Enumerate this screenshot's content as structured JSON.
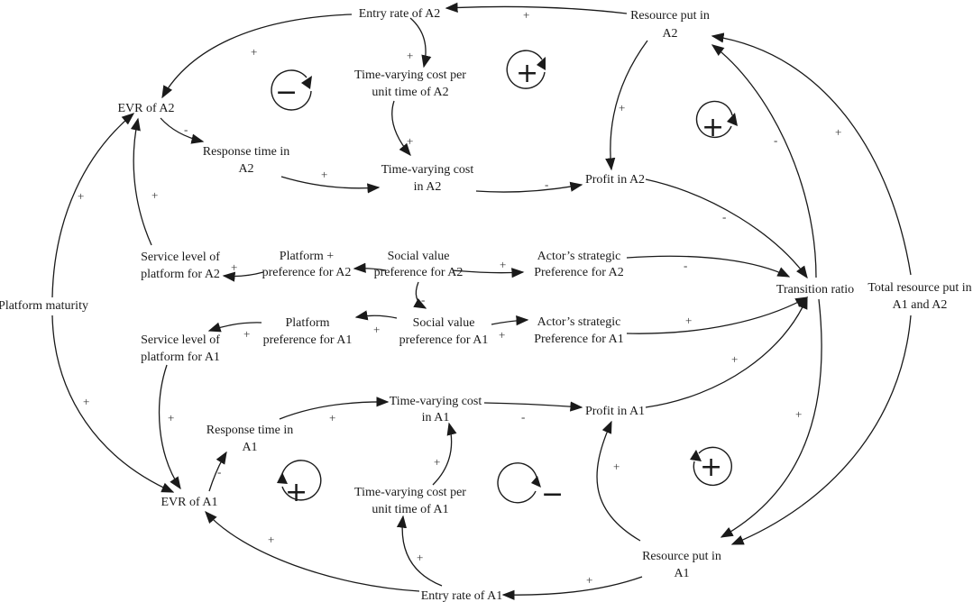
{
  "diagram": {
    "nodes": {
      "entry_a2": "Entry rate of A2",
      "resource_a2_l1": "Resource put in",
      "resource_a2_l2": "A2",
      "tvcpu_a2_l1": "Time-varying cost per",
      "tvcpu_a2_l2": "unit time of A2",
      "evr_a2": "EVR of A2",
      "resp_a2_l1": "Response time in",
      "resp_a2_l2": "A2",
      "tvc_a2_l1": "Time-varying cost",
      "tvc_a2_l2": "in A2",
      "profit_a2": "Profit in A2",
      "svc_a2_l1": "Service level of",
      "svc_a2_l2": "platform for A2",
      "pp_a2_l1": "Platform +",
      "pp_a2_l2": "preference for A2",
      "svp_a2_l1": "Social value",
      "svp_a2_l2": "preference for A2",
      "asp_a2_l1": "Actor’s strategic",
      "asp_a2_l2": "Preference for A2",
      "transition": "Transition ratio",
      "total_l1": "Total resource put in",
      "total_l2": "A1 and A2",
      "maturity": "Platform maturity",
      "svc_a1_l1": "Service level of",
      "svc_a1_l2": "platform for A1",
      "pp_a1_l1": "Platform",
      "pp_a1_l2": "preference for A1",
      "svp_a1_l1": "Social value",
      "svp_a1_l2": "preference for A1",
      "asp_a1_l1": "Actor’s strategic",
      "asp_a1_l2": "Preference for A1",
      "tvc_a1_l1": "Time-varying cost",
      "tvc_a1_l2": "in A1",
      "profit_a1": "Profit in A1",
      "resp_a1_l1": "Response time in",
      "resp_a1_l2": "A1",
      "evr_a1": "EVR of A1",
      "tvcpu_a1_l1": "Time-varying cost per",
      "tvcpu_a1_l2": "unit time of A1",
      "resource_a1_l1": "Resource put in",
      "resource_a1_l2": "A1",
      "entry_a1": "Entry rate of A1"
    },
    "signs": {
      "s01": "+",
      "s02": "+",
      "s03": "+",
      "s04": "-",
      "s05": "+",
      "s06": "+",
      "s07": "+",
      "s08": "-",
      "s09": "-",
      "s10": "+",
      "s11": "-",
      "s12": "+",
      "s13": "+",
      "s14": "+",
      "s15": "-",
      "s16": "-",
      "s17": "+",
      "s18": "+",
      "s19": "+",
      "s20": "+",
      "s21": "+",
      "s22": "+",
      "s23": "+",
      "s24": "+",
      "s25": "-",
      "s26": "-",
      "s27": "+",
      "s28": "+",
      "s29": "+",
      "s30": "+",
      "s31": "+"
    },
    "loops": {
      "l1": "−",
      "l2": "+",
      "l3": "+",
      "l4": "+",
      "l5": "−",
      "l6": "+"
    }
  }
}
